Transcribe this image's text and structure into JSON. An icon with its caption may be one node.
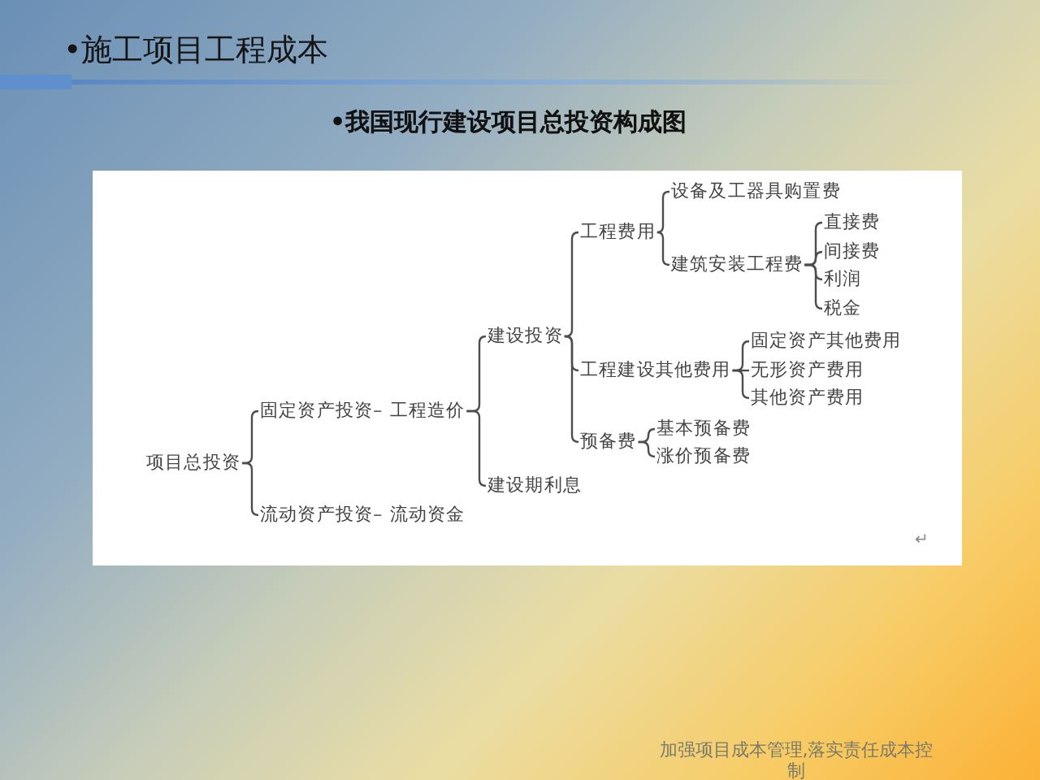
{
  "diagram": {
    "title": "•施工项目工程成本",
    "nodes": [
      {
        "text": [
          "项目总投资"
        ]
      },
      {
        "text": [
          "固定资产投资– 工程造价"
        ]
      },
      {
        "text": [
          "流动资产投资– 流动资金"
        ]
      },
      {
        "text": [
          "建设投资"
        ]
      },
      {
        "text": [
          "建设期利息"
        ]
      },
      {
        "text": [
          "工程费用"
        ]
      },
      {
        "text": [
          "工程建设其他费用"
        ]
      },
      {
        "text": [
          "预备费"
        ]
      },
      {
        "text": [
          "设备及工器具购置费"
        ]
      },
      {
        "text": [
          "建筑安装工程费"
        ]
      },
      {
        "text": [
          "直接费"
        ]
      },
      {
        "text": [
          "间接费"
        ]
      },
      {
        "text": [
          "利润"
        ]
      },
      {
        "text": [
          "税金"
        ]
      },
      {
        "text": [
          "固定资产其他费用"
        ]
      },
      {
        "text": [
          "无形资产费用"
        ]
      },
      {
        "text": [
          "其他资产费用"
        ]
      },
      {
        "text": [
          "基本预备费"
        ]
      },
      {
        "text": [
          "涨价预备费"
        ]
      }
    ],
    "edges": [
      {
        "from": 0,
        "to": 1,
        "arrow": "none"
      },
      {
        "from": 0,
        "to": 2,
        "arrow": "none"
      },
      {
        "from": 1,
        "to": 3,
        "arrow": "none"
      },
      {
        "from": 1,
        "to": 4,
        "arrow": "none"
      },
      {
        "from": 3,
        "to": 5,
        "arrow": "none"
      },
      {
        "from": 3,
        "to": 6,
        "arrow": "none"
      },
      {
        "from": 3,
        "to": 7,
        "arrow": "none"
      },
      {
        "from": 5,
        "to": 8,
        "arrow": "none"
      },
      {
        "from": 5,
        "to": 9,
        "arrow": "none"
      },
      {
        "from": 9,
        "to": 10,
        "arrow": "none"
      },
      {
        "from": 9,
        "to": 11,
        "arrow": "none"
      },
      {
        "from": 9,
        "to": 12,
        "arrow": "none"
      },
      {
        "from": 9,
        "to": 13,
        "arrow": "none"
      },
      {
        "from": 6,
        "to": 14,
        "arrow": "none"
      },
      {
        "from": 6,
        "to": 15,
        "arrow": "none"
      },
      {
        "from": 6,
        "to": 16,
        "arrow": "none"
      },
      {
        "from": 7,
        "to": 17,
        "arrow": "none"
      },
      {
        "from": 7,
        "to": 18,
        "arrow": "none"
      }
    ],
    "labels": [
      "•我国现行建设项目总投资构成图",
      "↵",
      "加强项目成本管理,落实责任成本控制"
    ]
  }
}
